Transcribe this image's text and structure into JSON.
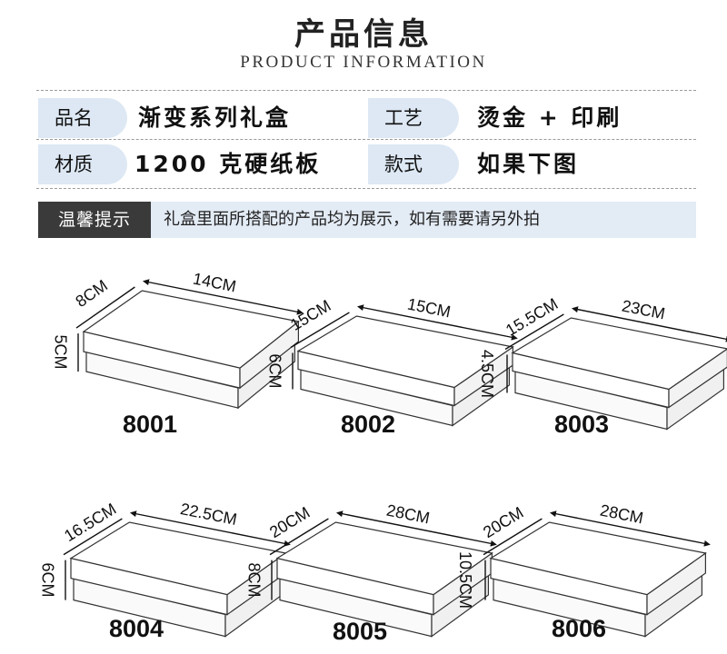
{
  "header": {
    "title": "产品信息",
    "subtitle": "PRODUCT INFORMATION"
  },
  "info": {
    "name_label": "品名",
    "name_value": "渐变系列礼盒",
    "craft_label": "工艺",
    "craft_value": "烫金 + 印刷",
    "material_label": "材质",
    "material_value": "1200 克硬纸板",
    "style_label": "款式",
    "style_value": "如果下图"
  },
  "tip": {
    "label": "温馨提示",
    "text": "礼盒里面所搭配的产品均为展示，如有需要请另外拍"
  },
  "products": [
    {
      "code": "8001",
      "length": "14CM",
      "width": "8CM",
      "height": "5CM"
    },
    {
      "code": "8002",
      "length": "15CM",
      "width": "15CM",
      "height": "6CM"
    },
    {
      "code": "8003",
      "length": "23CM",
      "width": "15.5CM",
      "height": "4.5CM"
    },
    {
      "code": "8004",
      "length": "22.5CM",
      "width": "16.5CM",
      "height": "6CM"
    },
    {
      "code": "8005",
      "length": "28CM",
      "width": "20CM",
      "height": "8CM"
    },
    {
      "code": "8006",
      "length": "28CM",
      "width": "20CM",
      "height": "10.5CM"
    }
  ]
}
